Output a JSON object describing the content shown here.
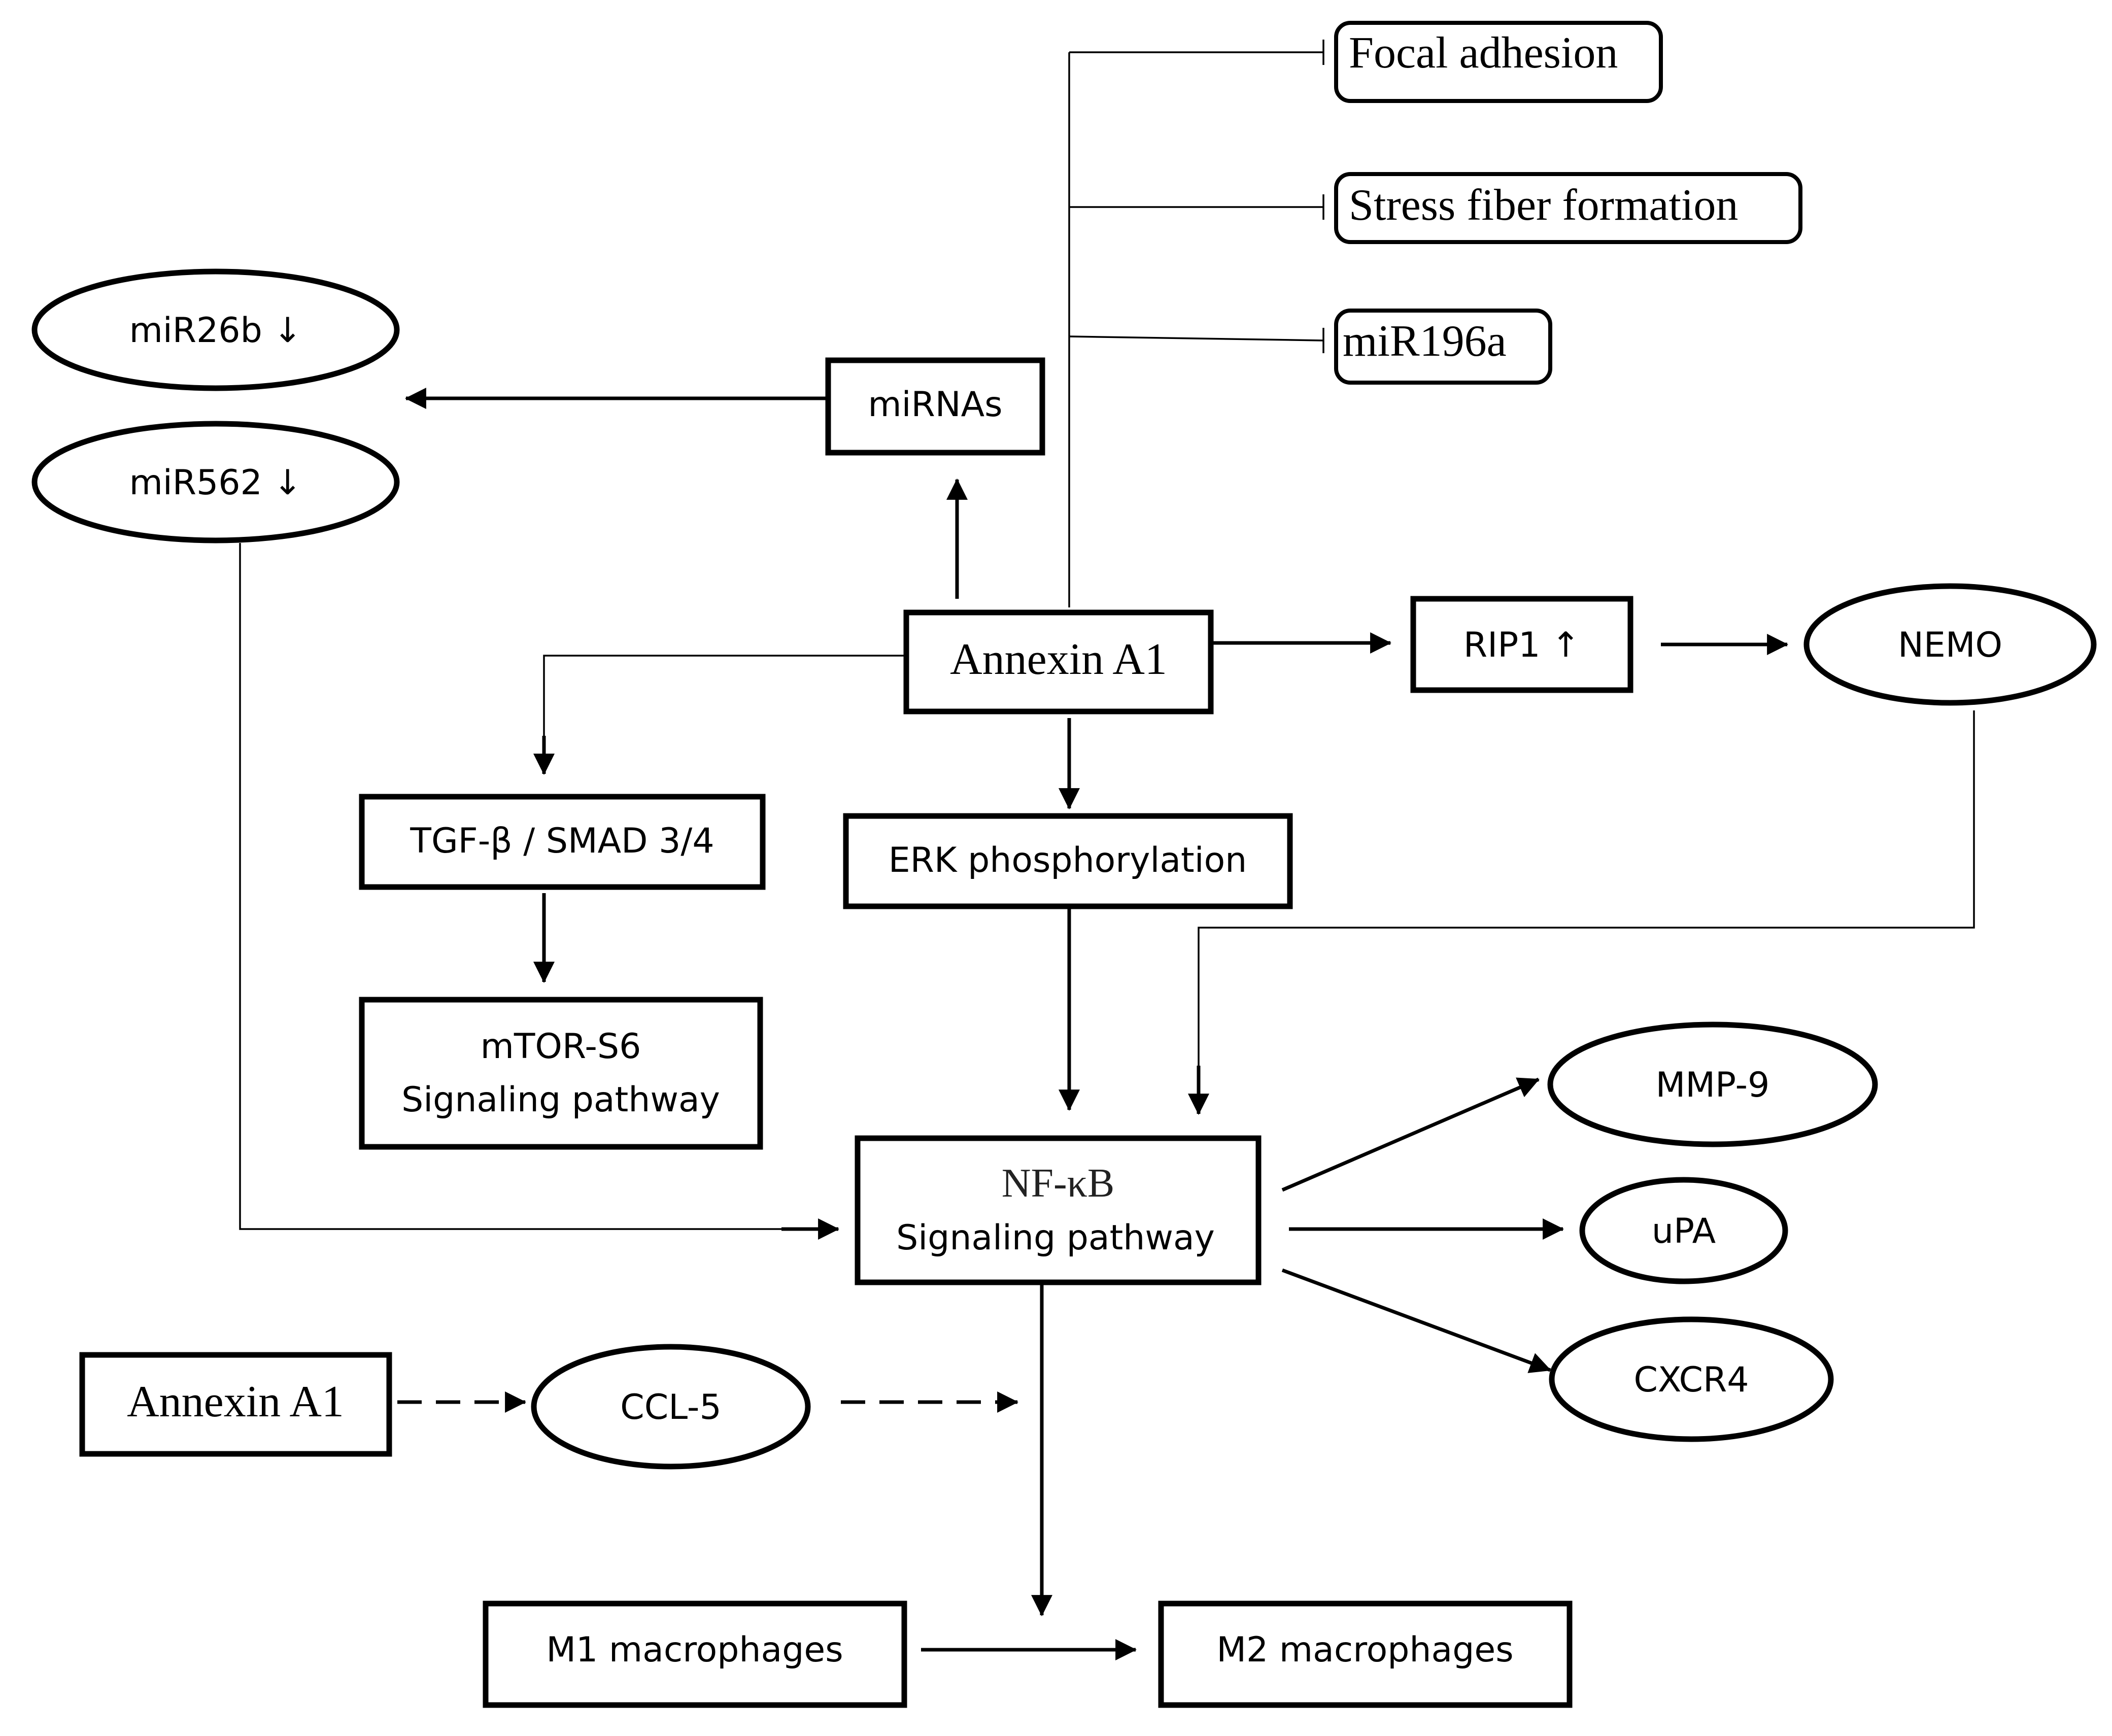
{
  "nodes": {
    "focal_adhesion": "Focal adhesion",
    "stress_fiber": "Stress fiber formation",
    "mir196a": "miR196a",
    "mir26b": "miR26b ↓",
    "mir562": "miR562 ↓",
    "mirnas": "miRNAs",
    "annexin_main": "Annexin A1",
    "rip1": "RIP1 ↑",
    "nemo": "NEMO",
    "tgf": "TGF-β / SMAD 3/4",
    "erk": "ERK phosphorylation",
    "mtor_line1": "mTOR-S6",
    "mtor_line2": "Signaling pathway",
    "nfkb_line1": "NF-κB",
    "nfkb_line2": "Signaling pathway",
    "mmp9": "MMP-9",
    "upa": "uPA",
    "cxcr4": "CXCR4",
    "annexin_lower": "Annexin A1",
    "ccl5": "CCL-5",
    "m1": "M1 macrophages",
    "m2": "M2 macrophages"
  },
  "edges": [
    {
      "from": "annexin_main",
      "to": "focal_adhesion",
      "kind": "inhibits"
    },
    {
      "from": "annexin_main",
      "to": "stress_fiber",
      "kind": "inhibits"
    },
    {
      "from": "annexin_main",
      "to": "mir196a",
      "kind": "inhibits"
    },
    {
      "from": "annexin_main",
      "to": "mirnas",
      "kind": "activates"
    },
    {
      "from": "mirnas",
      "to": "mir26b",
      "kind": "activates"
    },
    {
      "from": "mirnas",
      "to": "mir562",
      "kind": "activates"
    },
    {
      "from": "annexin_main",
      "to": "rip1",
      "kind": "activates"
    },
    {
      "from": "rip1",
      "to": "nemo",
      "kind": "activates"
    },
    {
      "from": "annexin_main",
      "to": "tgf",
      "kind": "activates"
    },
    {
      "from": "annexin_main",
      "to": "erk",
      "kind": "activates"
    },
    {
      "from": "tgf",
      "to": "mtor",
      "kind": "activates"
    },
    {
      "from": "erk",
      "to": "nfkb",
      "kind": "activates"
    },
    {
      "from": "nemo",
      "to": "nfkb",
      "kind": "activates"
    },
    {
      "from": "mir562",
      "to": "nfkb",
      "kind": "activates"
    },
    {
      "from": "nfkb",
      "to": "mmp9",
      "kind": "activates"
    },
    {
      "from": "nfkb",
      "to": "upa",
      "kind": "activates"
    },
    {
      "from": "nfkb",
      "to": "cxcr4",
      "kind": "activates"
    },
    {
      "from": "nfkb",
      "to": "m1_m2",
      "kind": "activates"
    },
    {
      "from": "annexin_lower",
      "to": "ccl5",
      "kind": "indirect"
    },
    {
      "from": "ccl5",
      "to": "m1_m2",
      "kind": "indirect"
    },
    {
      "from": "m1",
      "to": "m2",
      "kind": "activates"
    }
  ]
}
